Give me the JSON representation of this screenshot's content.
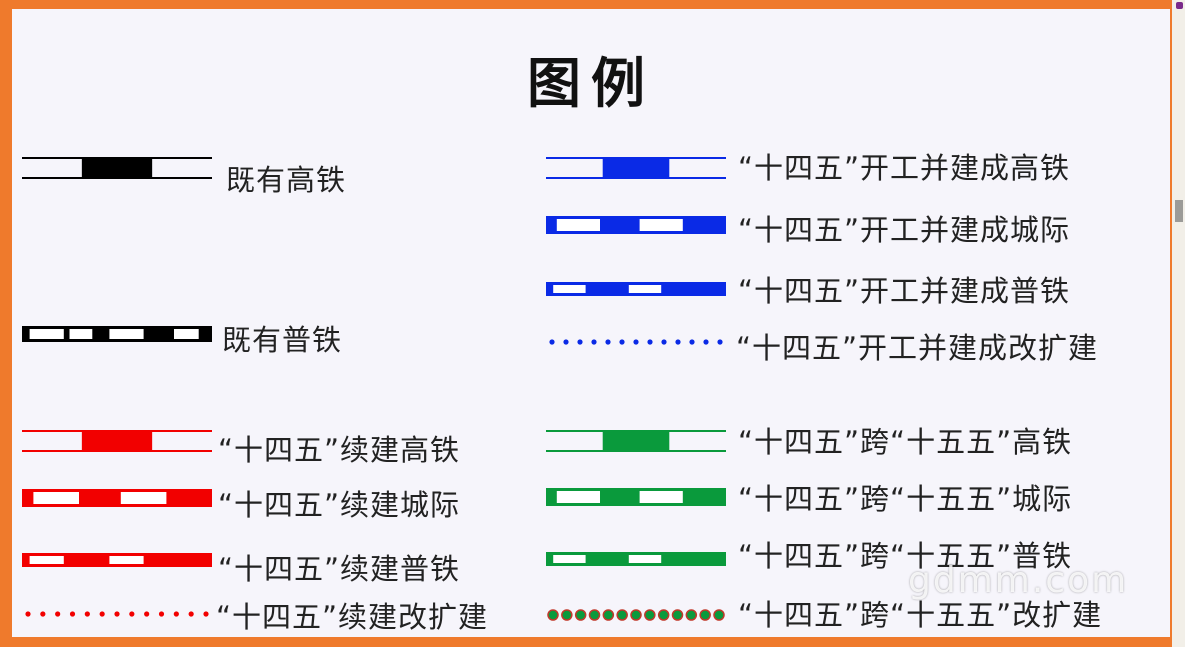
{
  "legend": {
    "title": "图例",
    "colors": {
      "black": "#000000",
      "blue": "#0a2ae6",
      "red": "#f20000",
      "green": "#0a9a3c"
    },
    "items": [
      {
        "id": "black-hsr",
        "label": "既有高铁",
        "color": "#000000",
        "style": "hsr"
      },
      {
        "id": "black-conv",
        "label": "既有普铁",
        "color": "#000000",
        "style": "conv"
      },
      {
        "id": "red-hsr",
        "label": "“十四五”续建高铁",
        "color": "#f20000",
        "style": "hsr"
      },
      {
        "id": "red-inter",
        "label": "“十四五”续建城际",
        "color": "#f20000",
        "style": "intercity"
      },
      {
        "id": "red-conv",
        "label": "“十四五”续建普铁",
        "color": "#f20000",
        "style": "conv"
      },
      {
        "id": "red-upg",
        "label": "“十四五”续建改扩建",
        "color": "#f20000",
        "style": "dots"
      },
      {
        "id": "blue-hsr",
        "label": "“十四五”开工并建成高铁",
        "color": "#0a2ae6",
        "style": "hsr"
      },
      {
        "id": "blue-inter",
        "label": "“十四五”开工并建成城际",
        "color": "#0a2ae6",
        "style": "intercity"
      },
      {
        "id": "blue-conv",
        "label": "“十四五”开工并建成普铁",
        "color": "#0a2ae6",
        "style": "conv"
      },
      {
        "id": "blue-upg",
        "label": "“十四五”开工并建成改扩建",
        "color": "#0a2ae6",
        "style": "dots"
      },
      {
        "id": "green-hsr",
        "label": "“十四五”跨“十五五”高铁",
        "color": "#0a9a3c",
        "style": "hsr"
      },
      {
        "id": "green-inter",
        "label": "“十四五”跨“十五五”城际",
        "color": "#0a9a3c",
        "style": "intercity"
      },
      {
        "id": "green-conv",
        "label": "“十四五”跨“十五五”普铁",
        "color": "#0a9a3c",
        "style": "conv"
      },
      {
        "id": "green-upg",
        "label": "“十四五”跨“十五五”改扩建",
        "color": "#0a9a3c",
        "style": "dots-outline"
      }
    ]
  },
  "watermark": "gdmm.com"
}
